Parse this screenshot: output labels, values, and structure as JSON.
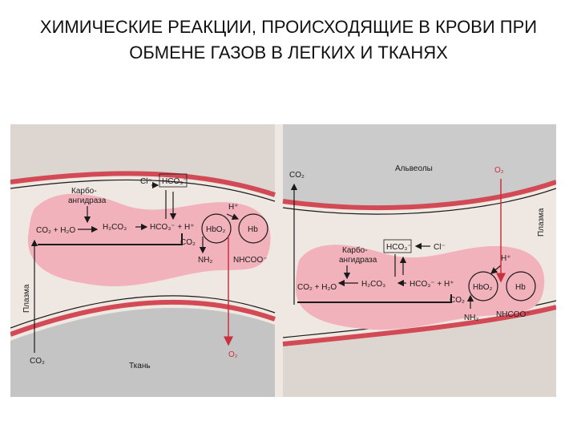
{
  "slide": {
    "title": "ХИМИЧЕСКИЕ РЕАКЦИИ, ПРОИСХОДЯЩИЕ В КРОВИ ПРИ ОБМЕНЕ ГАЗОВ В ЛЕГКИХ И ТКАНЯХ"
  },
  "colors": {
    "plasma_pink": "#f2b2bc",
    "vessel_red": "#d24a55",
    "tissue_gray": "#c4c4c4",
    "alveoli_gray": "#cbcbcb",
    "paper": "#efe8e2",
    "arrow_red": "#c8323f",
    "ink": "#1a1a1a"
  },
  "left_panel": {
    "plasma_label": "Плазма",
    "tissue_label": "Ткань",
    "enzyme": [
      "Карбо-",
      "ангидраза"
    ],
    "cl": "Cl⁻",
    "hco3_exchange": "HCO₃⁻",
    "reaction_start": "CO₂ + H₂O",
    "h2co3": "H₂CO₃",
    "hco3_h": "HCO₃⁻ + H⁺",
    "h_plus": "H⁺",
    "hbo2": "HbO₂",
    "hb": "Hb",
    "co2": "CO₂",
    "nh2": "NH₂",
    "nhcoo": "NHCOO⁻",
    "co2_tissue": "CO₂",
    "o2_out": "O₂"
  },
  "right_panel": {
    "alveoli_label": "Альвеолы",
    "plasma_label": "Плазма",
    "co2_out": "CO₂",
    "o2_in": "O₂",
    "hco3_exchange": "HCO₃⁻",
    "cl": "Cl⁻",
    "enzyme": [
      "Карбо-",
      "ангидраза"
    ],
    "h_plus": "H⁺",
    "reaction_start": "CO₂ + H₂O",
    "h2co3": "H₂CO₃",
    "hco3_h": "HCO₃⁻ + H⁺",
    "hbo2": "HbO₂",
    "hb": "Hb",
    "co2": "CO₂",
    "nh2": "NH₂",
    "nhcoo": "NHCOO⁻"
  }
}
